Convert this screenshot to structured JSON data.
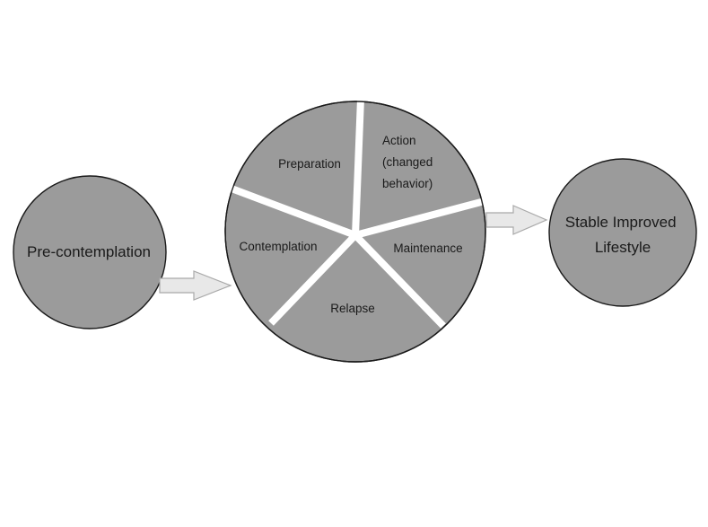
{
  "diagram": {
    "nodes": {
      "precontemplation": "Pre-contemplation",
      "stable": [
        "Stable Improved",
        "Lifestyle"
      ]
    },
    "cycle": {
      "preparation": "Preparation",
      "action": [
        "Action",
        "(changed",
        "behavior)"
      ],
      "contemplation": "Contemplation",
      "maintenance": "Maintenance",
      "relapse": "Relapse"
    },
    "colors": {
      "fill": "#9b9b9b",
      "stroke": "#1a1a1a",
      "divider": "#ffffff",
      "arrow_fill": "#e8e8e8",
      "arrow_stroke": "#a9a9a9"
    }
  }
}
